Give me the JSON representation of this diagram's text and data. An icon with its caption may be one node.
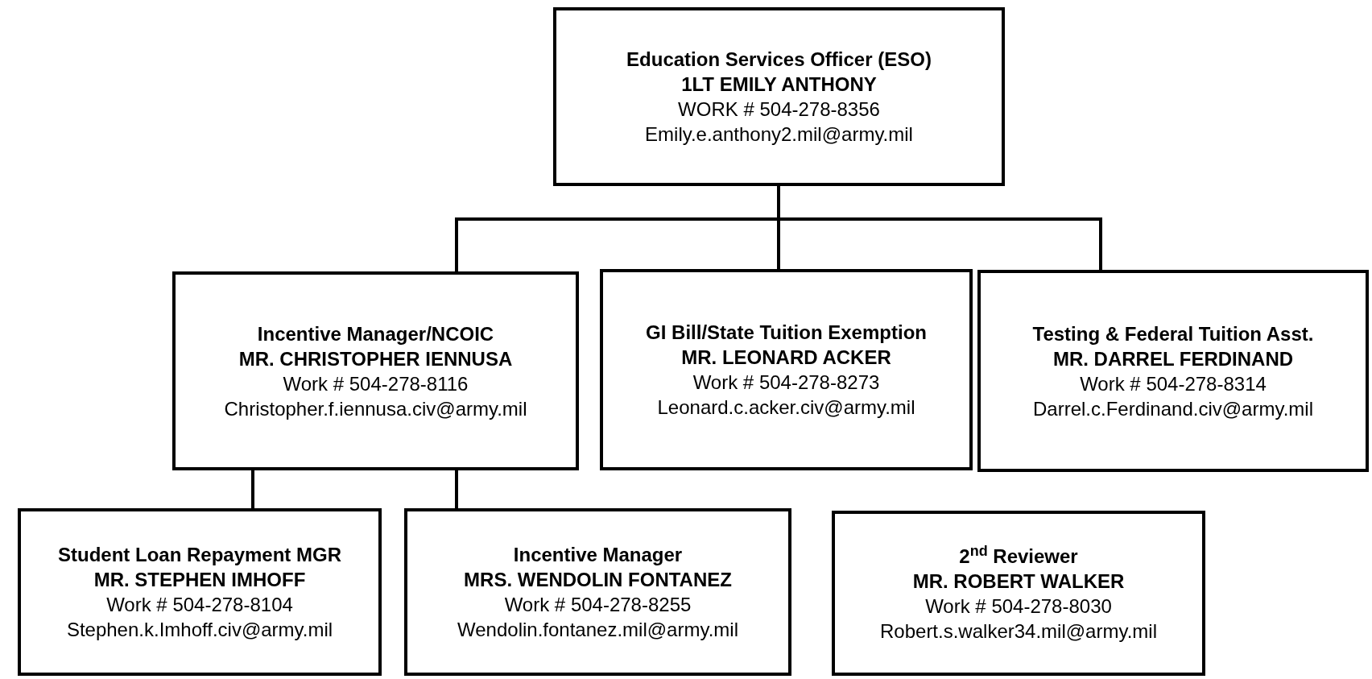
{
  "diagram": {
    "nodes": [
      {
        "text": [
          "Education Services Officer (ESO)",
          "1LT EMILY ANTHONY",
          "WORK # 504-278-8356",
          "Emily.e.anthony2.mil@army.mil"
        ]
      },
      {
        "text": [
          "Incentive Manager/NCOIC",
          "MR. CHRISTOPHER IENNUSA",
          "Work # 504-278-8116",
          "Christopher.f.iennusa.civ@army.mil"
        ]
      },
      {
        "text": [
          "GI Bill/State Tuition Exemption",
          "MR. LEONARD ACKER",
          "Work # 504-278-8273",
          "Leonard.c.acker.civ@army.mil"
        ]
      },
      {
        "text": [
          "Testing & Federal Tuition Asst.",
          "MR. DARREL FERDINAND",
          "Work # 504-278-8314",
          "Darrel.c.Ferdinand.civ@army.mil"
        ]
      },
      {
        "text": [
          "Student Loan Repayment MGR",
          "MR. STEPHEN IMHOFF",
          "Work # 504-278-8104",
          "Stephen.k.Imhoff.civ@army.mil"
        ]
      },
      {
        "text": [
          "Incentive Manager",
          "MRS. WENDOLIN FONTANEZ",
          "Work # 504-278-8255",
          "Wendolin.fontanez.mil@army.mil"
        ]
      },
      {
        "text": [
          "2$^{nd}$ Reviewer",
          "MR. ROBERT WALKER",
          "Work # 504-278-8030",
          "Robert.s.walker34.mil@army.mil"
        ]
      }
    ],
    "edges": [
      {
        "from": 0,
        "to": 1,
        "arrow": "none"
      },
      {
        "from": 0,
        "to": 2,
        "arrow": "none"
      },
      {
        "from": 0,
        "to": 3,
        "arrow": "none"
      },
      {
        "from": 1,
        "to": 4,
        "arrow": "none"
      },
      {
        "from": 1,
        "to": 5,
        "arrow": "none"
      }
    ]
  }
}
